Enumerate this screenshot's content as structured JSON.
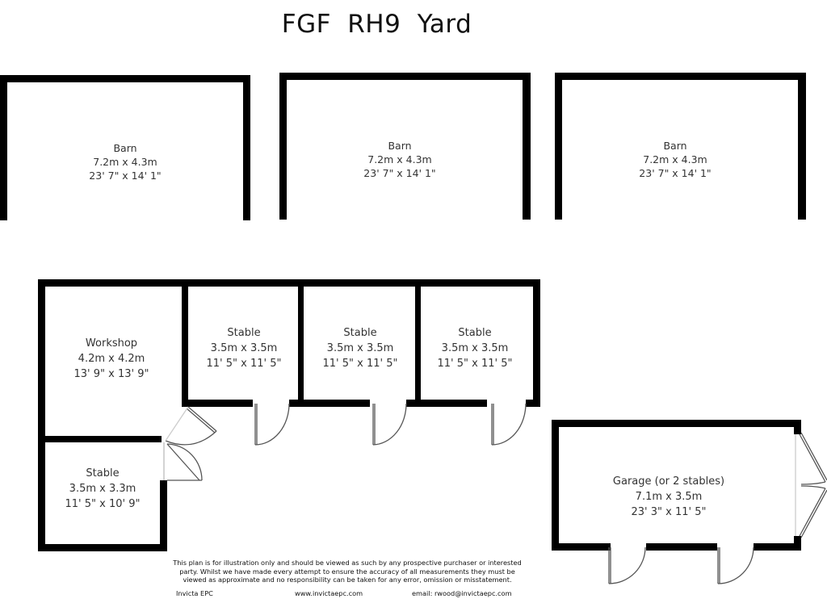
{
  "title": "FGF   RH9  Yard",
  "rooms": {
    "barn_1": {
      "name": "Barn",
      "metric": "7.2m x 4.3m",
      "imperial": "23' 7\" x 14' 1\""
    },
    "barn_2": {
      "name": "Barn",
      "metric": "7.2m x 4.3m",
      "imperial": "23' 7\" x 14' 1\""
    },
    "barn_3": {
      "name": "Barn",
      "metric": "7.2m x 4.3m",
      "imperial": "23' 7\" x 14' 1\""
    },
    "workshop": {
      "name": "Workshop",
      "metric": "4.2m x 4.2m",
      "imperial": "13' 9\" x 13' 9\""
    },
    "stable_1": {
      "name": "Stable",
      "metric": "3.5m x 3.5m",
      "imperial": "11' 5\" x 11' 5\""
    },
    "stable_2": {
      "name": "Stable",
      "metric": "3.5m x 3.5m",
      "imperial": "11' 5\" x 11' 5\""
    },
    "stable_3": {
      "name": "Stable",
      "metric": "3.5m x 3.5m",
      "imperial": "11' 5\" x 11' 5\""
    },
    "stable_4": {
      "name": "Stable",
      "metric": "3.5m x 3.3m",
      "imperial": "11' 5\" x 10' 9\""
    },
    "garage": {
      "name": "Garage (or 2 stables)",
      "metric": "7.1m x 3.5m",
      "imperial": "23' 3\" x 11' 5\""
    }
  },
  "disclaimer": {
    "line1": "This plan is for illustration only and should be viewed as such by any prospective purchaser or interested",
    "line2": "party. Whilst we have made every attempt to ensure the accuracy of all measurements they must be",
    "line3": "viewed as approximate and no responsibility can be taken for any error, omission or misstatement."
  },
  "footer": {
    "company": "Invicta EPC",
    "website": "www.invictaepc.com",
    "email": "email: rwood@invictaepc.com"
  },
  "colors": {
    "wall": "#000000",
    "door": "#555555",
    "background": "#ffffff"
  }
}
